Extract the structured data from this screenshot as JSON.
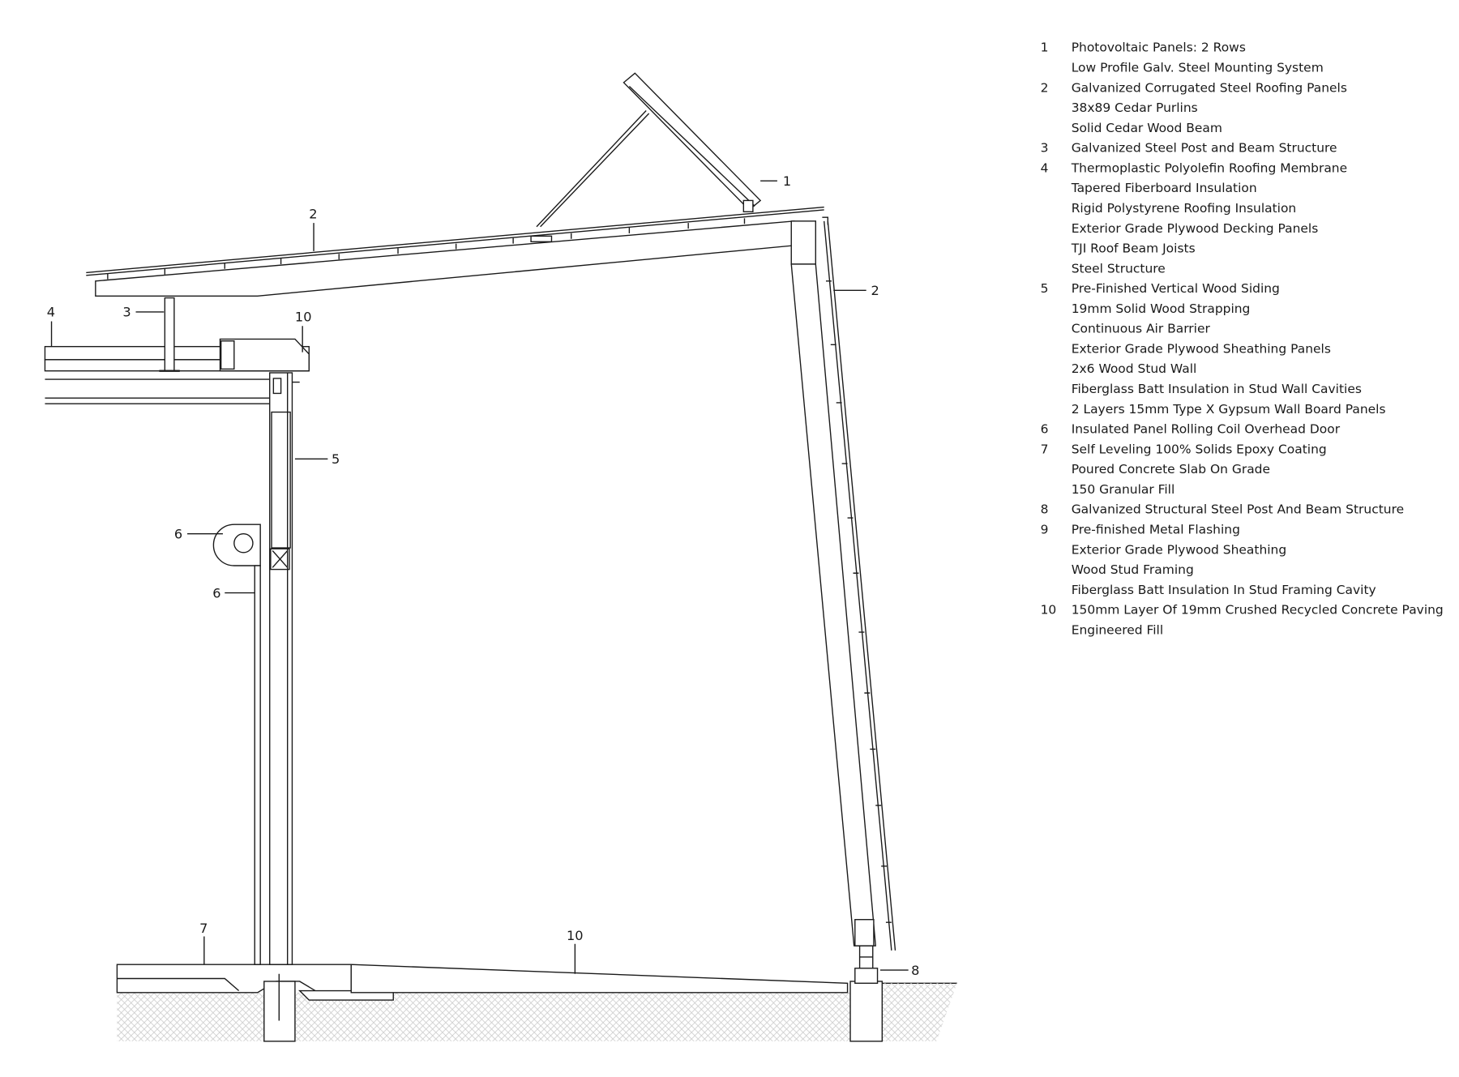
{
  "drawing": {
    "callouts": {
      "c1": "1",
      "c2a": "2",
      "c2b": "2",
      "c3": "3",
      "c4": "4",
      "c5": "5",
      "c6a": "6",
      "c6b": "6",
      "c7": "7",
      "c8": "8",
      "c10a": "10",
      "c10b": "10"
    }
  },
  "legend": [
    {
      "num": "1",
      "lines": [
        "Photovoltaic Panels: 2 Rows",
        "Low Profile Galv. Steel Mounting System"
      ]
    },
    {
      "num": "2",
      "lines": [
        "Galvanized Corrugated Steel Roofing Panels",
        "38x89 Cedar Purlins",
        "Solid Cedar Wood Beam"
      ]
    },
    {
      "num": "3",
      "lines": [
        "Galvanized Steel Post and Beam Structure"
      ]
    },
    {
      "num": "4",
      "lines": [
        "Thermoplastic Polyolefin Roofing Membrane",
        "Tapered Fiberboard Insulation",
        "Rigid Polystyrene Roofing Insulation",
        "Exterior Grade Plywood Decking Panels",
        "TJI Roof Beam Joists",
        "Steel Structure"
      ]
    },
    {
      "num": "5",
      "lines": [
        "Pre-Finished Vertical Wood Siding",
        "19mm Solid Wood Strapping",
        "Continuous Air Barrier",
        "Exterior Grade Plywood Sheathing Panels",
        "2x6 Wood Stud Wall",
        "Fiberglass Batt Insulation in Stud Wall Cavities",
        "2 Layers 15mm Type X Gypsum Wall Board Panels"
      ]
    },
    {
      "num": "6",
      "lines": [
        "Insulated Panel Rolling Coil Overhead Door"
      ]
    },
    {
      "num": "7",
      "lines": [
        "Self Leveling 100% Solids Epoxy Coating",
        "Poured Concrete Slab On Grade",
        "150 Granular Fill"
      ]
    },
    {
      "num": "8",
      "lines": [
        "Galvanized Structural Steel Post And Beam Structure"
      ]
    },
    {
      "num": "9",
      "lines": [
        "Pre-finished Metal Flashing",
        "Exterior Grade Plywood Sheathing",
        "Wood Stud Framing",
        "Fiberglass Batt Insulation In Stud Framing Cavity"
      ]
    },
    {
      "num": "10",
      "lines": [
        "150mm Layer Of 19mm Crushed Recycled Concrete Paving",
        "Engineered Fill"
      ]
    }
  ]
}
